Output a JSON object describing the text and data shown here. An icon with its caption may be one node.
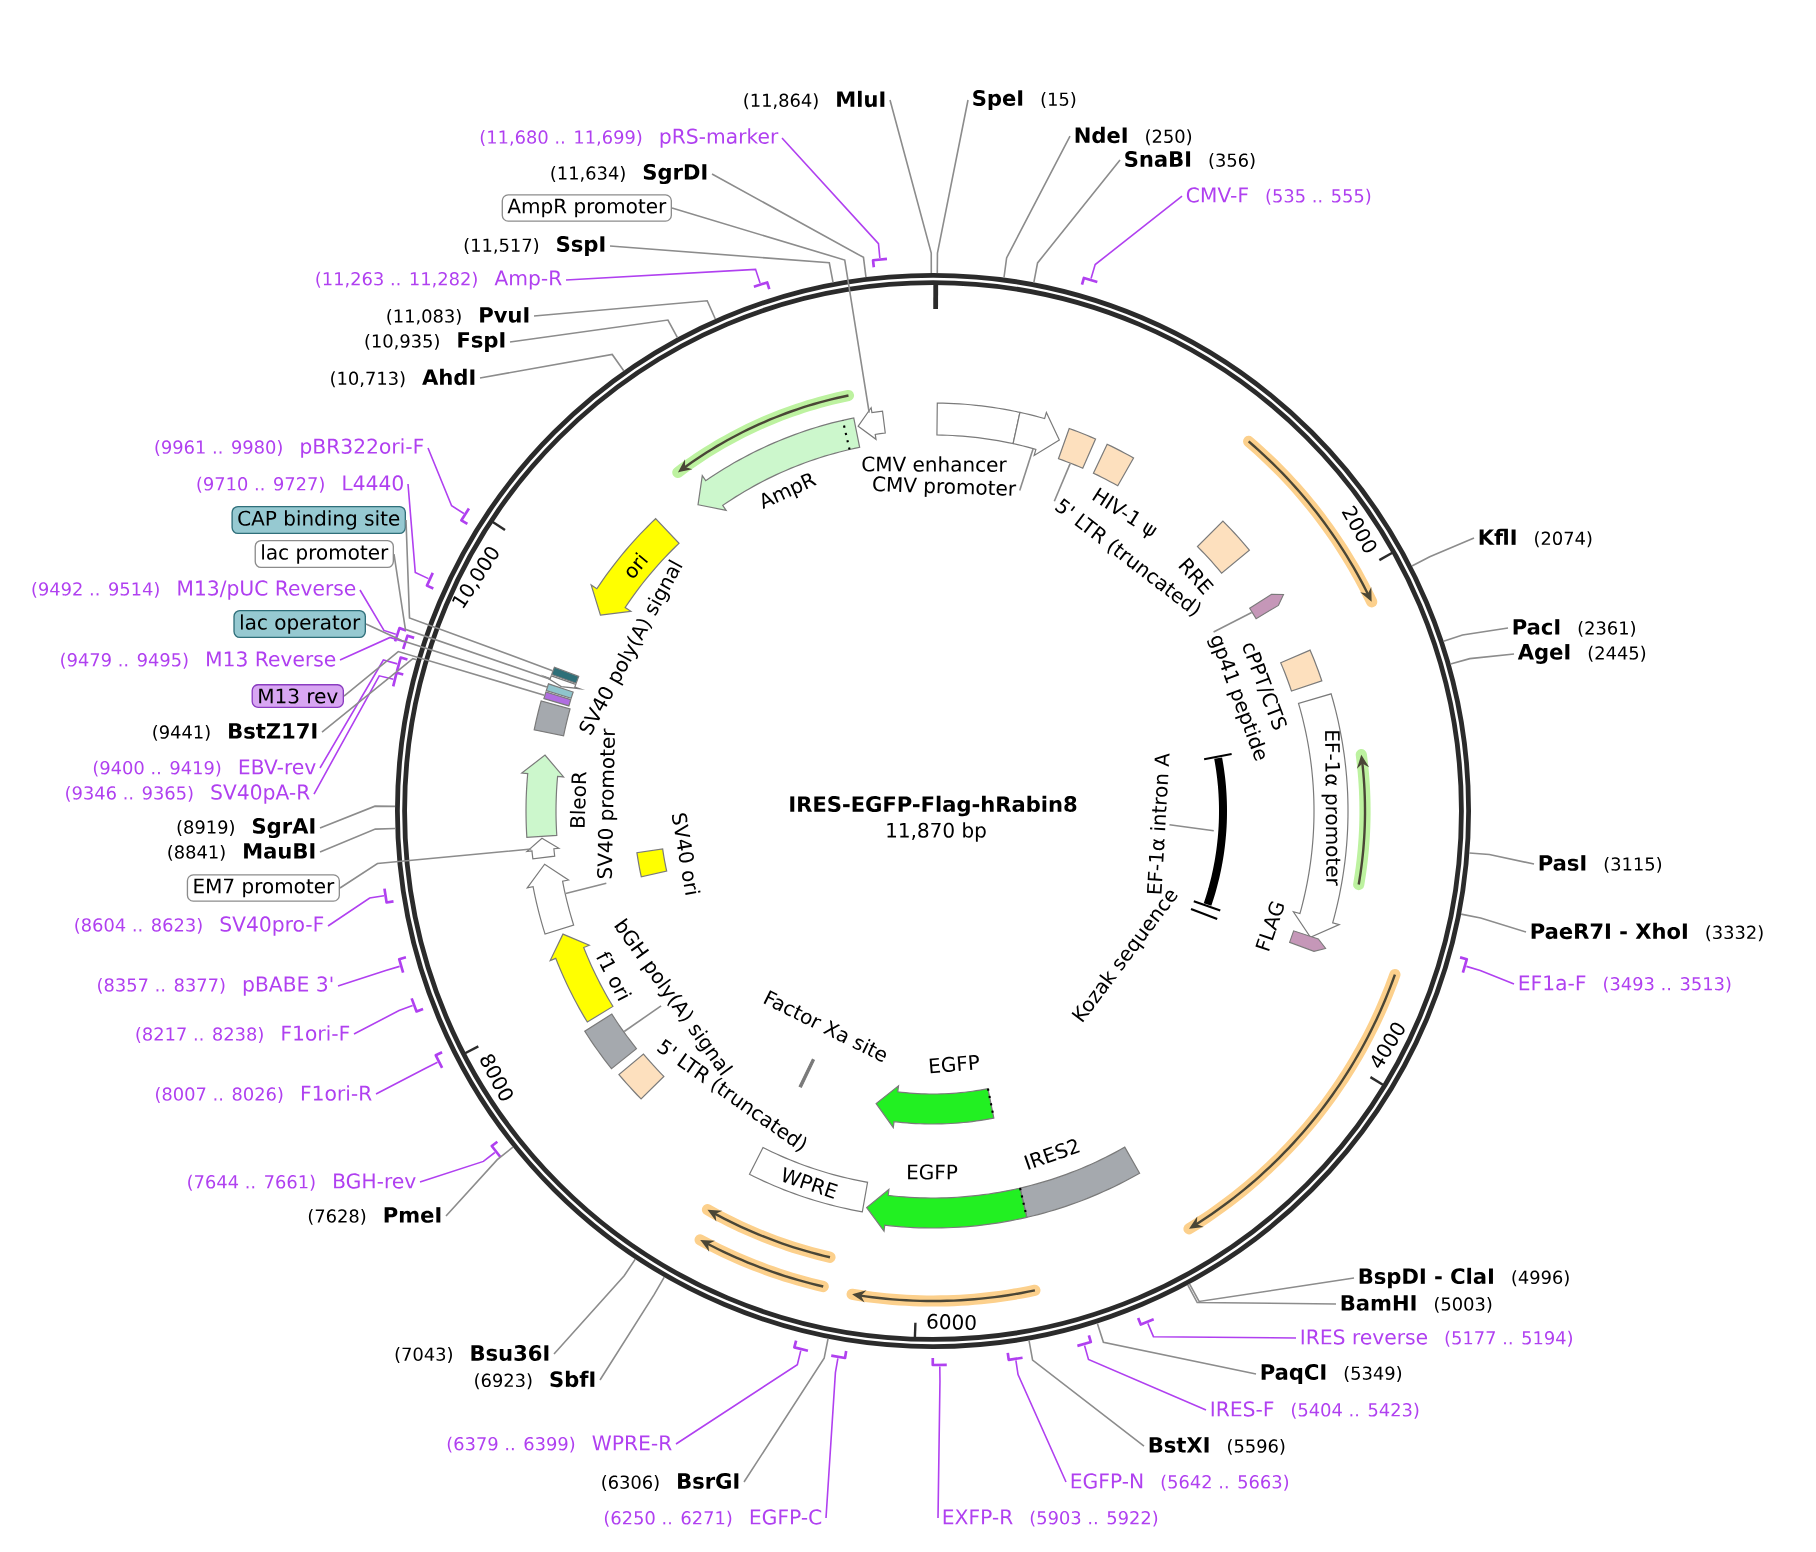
{
  "diagram": {
    "title": "IRES-EGFP-Flag-hRabin8",
    "nodes": [
      {
        "text": [],
        "shape": "circle"
      },
      {
        "text": [
          "SpeI",
          "(15)"
        ]
      },
      {
        "text": [
          "NdeI",
          "(250)"
        ]
      },
      {
        "text": [
          "SnaBI",
          "(356)"
        ]
      },
      {
        "text": [
          "CMV-F",
          "(535 .. 555)"
        ]
      },
      {
        "text": [
          "KflI",
          "(2074)"
        ]
      },
      {
        "text": [
          "PacI",
          "(2361)"
        ]
      },
      {
        "text": [
          "AgeI",
          "(2445)"
        ]
      },
      {
        "text": [
          "PasI",
          "(3115)"
        ]
      },
      {
        "text": [
          "PaeR7I - XhoI",
          "(3332)"
        ]
      },
      {
        "text": [
          "EF1a-F",
          "(3493 .. 3513)"
        ]
      },
      {
        "text": [
          "BspDI - ClaI",
          "(4996)"
        ]
      },
      {
        "text": [
          "BamHI",
          "(5003)"
        ]
      },
      {
        "text": [
          "IRES reverse",
          "(5177 .. 5194)"
        ]
      },
      {
        "text": [
          "PaqCI",
          "(5349)"
        ]
      },
      {
        "text": [
          "IRES-F",
          "(5404 .. 5423)"
        ]
      },
      {
        "text": [
          "BstXI",
          "(5596)"
        ]
      },
      {
        "text": [
          "EGFP-N",
          "(5642 .. 5663)"
        ]
      },
      {
        "text": [
          "EXFP-R",
          "(5903 .. 5922)"
        ]
      },
      {
        "text": [
          "(6250 .. 6271)",
          "EGFP-C"
        ]
      },
      {
        "text": [
          "(6306)",
          "BsrGI"
        ]
      },
      {
        "text": [
          "(6379 .. 6399)",
          "WPRE-R"
        ]
      },
      {
        "text": [
          "(6923)",
          "SbfI"
        ]
      },
      {
        "text": [
          "(7043)",
          "Bsu36I"
        ]
      },
      {
        "text": [
          "(7628)",
          "PmeI"
        ]
      },
      {
        "text": [
          "(7644 .. 7661)",
          "BGH-rev"
        ]
      },
      {
        "text": [
          "(8007 .. 8026)",
          "F1ori-R"
        ]
      },
      {
        "text": [
          "(8217 .. 8238)",
          "F1ori-F"
        ]
      },
      {
        "text": [
          "(8357 .. 8377)",
          "pBABE 3'"
        ]
      },
      {
        "text": [
          "(8604 .. 8623)",
          "SV40pro-F"
        ]
      },
      {
        "text": [
          "EM7 promoter"
        ]
      },
      {
        "text": [
          "(8841)",
          "MauBI"
        ]
      },
      {
        "text": [
          "(8919)",
          "SgrAI"
        ]
      },
      {
        "text": [
          "(9346 .. 9365)",
          "SV40pA-R"
        ]
      },
      {
        "text": [
          "(9400 .. 9419)",
          "EBV-rev"
        ]
      },
      {
        "text": [
          "(9441)",
          "BstZ17I"
        ]
      },
      {
        "text": [
          "M13 rev"
        ]
      },
      {
        "text": [
          "(9479 .. 9495)",
          "M13 Reverse"
        ]
      },
      {
        "text": [
          "lac operator"
        ]
      },
      {
        "text": [
          "(9492 .. 9514)",
          "M13/pUC Reverse"
        ]
      },
      {
        "text": [
          "lac promoter"
        ]
      },
      {
        "text": [
          "CAP binding site"
        ]
      },
      {
        "text": [
          "(9710 .. 9727)",
          "L4440"
        ]
      },
      {
        "text": [
          "(9961 .. 9980)",
          "pBR322ori-F"
        ]
      },
      {
        "text": [
          "(10,713)",
          "AhdI"
        ]
      },
      {
        "text": [
          "(10,935)",
          "FspI"
        ]
      },
      {
        "text": [
          "(11,083)",
          "PvuI"
        ]
      },
      {
        "text": [
          "(11,263 .. 11,282)",
          "Amp-R"
        ]
      },
      {
        "text": [
          "(11,517)",
          "SspI"
        ]
      },
      {
        "text": [
          "AmpR promoter"
        ]
      },
      {
        "text": [
          "(11,634)",
          "SgrDI"
        ]
      },
      {
        "text": [
          "(11,680 .. 11,699)",
          "pRS-marker"
        ]
      },
      {
        "text": [
          "(11,864)",
          "MluI"
        ]
      },
      {
        "text": [],
        "shape": "box",
        "beside": [
          "CMV enhancer"
        ],
        "in": 0
      },
      {
        "text": [],
        "shape": "arrow",
        "in": 0
      },
      {
        "text": [
          "CMV promoter"
        ],
        "in": 0
      },
      {
        "text": [],
        "shape": "box",
        "in": 0
      },
      {
        "text": [
          "5' LTR (truncated)"
        ],
        "in": 0
      },
      {
        "text": [],
        "shape": "box",
        "beside": [
          "HIV-1 ψ"
        ],
        "in": 0
      },
      {
        "text": [],
        "shape": "box",
        "beside": [
          "RRE"
        ],
        "in": 0
      },
      {
        "text": [],
        "shape": "arrow",
        "in": 0
      },
      {
        "text": [
          "gp41 peptide"
        ],
        "in": 0
      },
      {
        "text": [],
        "shape": "box",
        "beside": [
          "cPPT/CTS"
        ],
        "in": 0
      },
      {
        "text": [
          "EF-1α promoter"
        ],
        "in": 0
      },
      {
        "text": [],
        "shape": "arrow",
        "beside": [
          "FLAG"
        ],
        "in": 0
      },
      {
        "text": [],
        "shape": "bar",
        "in": 0
      },
      {
        "text": [
          "EF-1α intron A"
        ],
        "in": 0
      },
      {
        "text": [],
        "shape": "bar",
        "beside": [
          "IRES2"
        ],
        "in": 0
      },
      {
        "text": [],
        "shape": "arrow",
        "beside": [
          "EGFP"
        ],
        "in": 0
      },
      {
        "text": [],
        "shape": "arrow",
        "beside": [
          "EGFP"
        ],
        "in": 0
      },
      {
        "text": [
          "WPRE"
        ],
        "in": 0
      },
      {
        "text": [],
        "shape": "bar",
        "beside": [
          "Factor Xa site"
        ],
        "in": 0
      },
      {
        "text": [],
        "shape": "box",
        "beside": [
          "5' LTR (truncated)"
        ],
        "in": 0
      },
      {
        "text": [],
        "shape": "box",
        "in": 0
      },
      {
        "text": [
          "bGH poly(A) signal"
        ],
        "in": 0
      },
      {
        "text": [],
        "shape": "arrow",
        "beside": [
          "f1 ori"
        ],
        "in": 0
      },
      {
        "text": [],
        "shape": "arrow",
        "in": 0
      },
      {
        "text": [
          "SV40 promoter"
        ],
        "in": 0
      },
      {
        "text": [],
        "shape": "arrow",
        "in": 0
      },
      {
        "text": [],
        "shape": "arrow",
        "beside": [
          "BleoR"
        ],
        "in": 0
      },
      {
        "text": [],
        "shape": "box",
        "beside": [
          "SV40 ori"
        ],
        "in": 0
      },
      {
        "text": [],
        "shape": "box",
        "beside": [
          "SV40 poly(A) signal"
        ],
        "in": 0
      },
      {
        "text": [],
        "shape": "bar",
        "in": 0
      },
      {
        "text": [],
        "shape": "bar",
        "in": 0
      },
      {
        "text": [],
        "shape": "arrow",
        "in": 0
      },
      {
        "text": [],
        "shape": "bar",
        "in": 0
      },
      {
        "text": [
          "ori"
        ],
        "in": 0
      },
      {
        "text": [],
        "shape": "arrow",
        "beside": [
          "AmpR"
        ],
        "in": 0
      },
      {
        "text": [],
        "shape": "arrow",
        "in": 0
      },
      {
        "text": [],
        "shape": "arrow"
      },
      {
        "text": [],
        "shape": "arrow"
      },
      {
        "text": [],
        "shape": "arrow"
      },
      {
        "text": [],
        "shape": "arrow"
      },
      {
        "text": [],
        "shape": "arrow"
      },
      {
        "text": [],
        "shape": "arrow"
      },
      {
        "text": [],
        "shape": "arrow"
      },
      {
        "text": [],
        "shape": "arrow"
      },
      {
        "text": [],
        "shape": "arrow"
      },
      {
        "text": [],
        "shape": "arrow"
      },
      {
        "text": [],
        "shape": "arrow"
      },
      {
        "text": [],
        "shape": "arrow"
      },
      {
        "text": [],
        "shape": "arrow"
      },
      {
        "text": [],
        "shape": "arrow"
      },
      {
        "text": [],
        "shape": "arrow"
      },
      {
        "text": [],
        "shape": "arrow"
      },
      {
        "text": [],
        "shape": "arrow"
      },
      {
        "text": [],
        "shape": "arrow"
      },
      {
        "text": [],
        "shape": "arrow"
      },
      {
        "text": [],
        "shape": "arrow"
      },
      {
        "text": [],
        "shape": "arrow"
      }
    ],
    "edges": [
      {
        "from": 1,
        "to": 0,
        "arrow": "none"
      },
      {
        "from": 2,
        "to": 0,
        "arrow": "none"
      },
      {
        "from": 3,
        "to": 0,
        "arrow": "none"
      },
      {
        "from": 4,
        "to": 89,
        "arrow": "none",
        "color": "#b040f0"
      },
      {
        "from": 5,
        "to": 0,
        "arrow": "none"
      },
      {
        "from": 6,
        "to": 0,
        "arrow": "none"
      },
      {
        "from": 7,
        "to": 0,
        "arrow": "none"
      },
      {
        "from": 8,
        "to": 0,
        "arrow": "none"
      },
      {
        "from": 9,
        "to": 0,
        "arrow": "none"
      },
      {
        "from": 10,
        "to": 90,
        "arrow": "none",
        "color": "#b040f0"
      },
      {
        "from": 11,
        "to": 0,
        "arrow": "none"
      },
      {
        "from": 12,
        "to": 0,
        "arrow": "none"
      },
      {
        "from": 13,
        "to": 91,
        "arrow": "none",
        "color": "#b040f0"
      },
      {
        "from": 14,
        "to": 0,
        "arrow": "none"
      },
      {
        "from": 15,
        "to": 92,
        "arrow": "none",
        "color": "#b040f0"
      },
      {
        "from": 16,
        "to": 0,
        "arrow": "none"
      },
      {
        "from": 17,
        "to": 93,
        "arrow": "none",
        "color": "#b040f0"
      },
      {
        "from": 18,
        "to": 94,
        "arrow": "none",
        "color": "#b040f0"
      },
      {
        "from": 19,
        "to": 95,
        "arrow": "none",
        "color": "#b040f0"
      },
      {
        "from": 20,
        "to": 0,
        "arrow": "none"
      },
      {
        "from": 21,
        "to": 96,
        "arrow": "none",
        "color": "#b040f0"
      },
      {
        "from": 22,
        "to": 0,
        "arrow": "none"
      },
      {
        "from": 23,
        "to": 0,
        "arrow": "none"
      },
      {
        "from": 24,
        "to": 0,
        "arrow": "none"
      },
      {
        "from": 25,
        "to": 97,
        "arrow": "none",
        "color": "#b040f0"
      },
      {
        "from": 26,
        "to": 98,
        "arrow": "none",
        "color": "#b040f0"
      },
      {
        "from": 27,
        "to": 99,
        "arrow": "none",
        "color": "#b040f0"
      },
      {
        "from": 28,
        "to": 100,
        "arrow": "none",
        "color": "#b040f0"
      },
      {
        "from": 29,
        "to": 101,
        "arrow": "none",
        "color": "#b040f0"
      },
      {
        "from": 30,
        "to": 78,
        "arrow": "none"
      },
      {
        "from": 31,
        "to": 0,
        "arrow": "none"
      },
      {
        "from": 32,
        "to": 0,
        "arrow": "none"
      },
      {
        "from": 33,
        "to": 102,
        "arrow": "none",
        "color": "#b040f0"
      },
      {
        "from": 34,
        "to": 103,
        "arrow": "none",
        "color": "#b040f0"
      },
      {
        "from": 35,
        "to": 0,
        "arrow": "none"
      },
      {
        "from": 36,
        "to": 82,
        "arrow": "none"
      },
      {
        "from": 37,
        "to": 104,
        "arrow": "none",
        "color": "#b040f0"
      },
      {
        "from": 38,
        "to": 83,
        "arrow": "none"
      },
      {
        "from": 39,
        "to": 105,
        "arrow": "none",
        "color": "#b040f0"
      },
      {
        "from": 40,
        "to": 84,
        "arrow": "none"
      },
      {
        "from": 41,
        "to": 85,
        "arrow": "none"
      },
      {
        "from": 42,
        "to": 106,
        "arrow": "none",
        "color": "#b040f0"
      },
      {
        "from": 43,
        "to": 107,
        "arrow": "none",
        "color": "#b040f0"
      },
      {
        "from": 44,
        "to": 0,
        "arrow": "none"
      },
      {
        "from": 45,
        "to": 0,
        "arrow": "none"
      },
      {
        "from": 46,
        "to": 0,
        "arrow": "none"
      },
      {
        "from": 47,
        "to": 108,
        "arrow": "none",
        "color": "#b040f0"
      },
      {
        "from": 48,
        "to": 0,
        "arrow": "none"
      },
      {
        "from": 49,
        "to": 88,
        "arrow": "none"
      },
      {
        "from": 50,
        "to": 0,
        "arrow": "none"
      },
      {
        "from": 51,
        "to": 109,
        "arrow": "none",
        "color": "#b040f0"
      },
      {
        "from": 52,
        "to": 0,
        "arrow": "none"
      },
      {
        "from": 55,
        "to": 54,
        "arrow": "none"
      },
      {
        "from": 57,
        "to": 56,
        "arrow": "none"
      },
      {
        "from": 61,
        "to": 60,
        "arrow": "none"
      },
      {
        "from": 66,
        "to": 65,
        "arrow": "none"
      },
      {
        "from": 74,
        "to": 73,
        "arrow": "none"
      },
      {
        "from": 77,
        "to": 76,
        "arrow": "none"
      }
    ],
    "labels": [
      "11,870 bp",
      "Kozak sequence",
      "2000",
      "4000",
      "6000",
      "8000",
      "10,000"
    ]
  }
}
